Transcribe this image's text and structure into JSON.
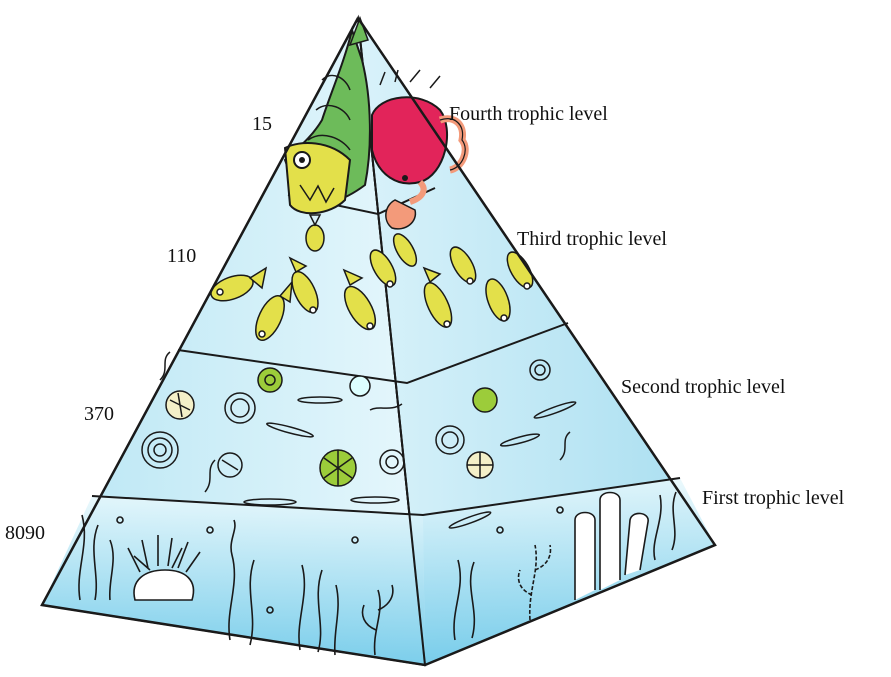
{
  "levels": [
    {
      "name": "Fourth trophic level",
      "value": "15"
    },
    {
      "name": "Third trophic level",
      "value": "110"
    },
    {
      "name": "Second trophic level",
      "value": "370"
    },
    {
      "name": "First trophic level",
      "value": "8090"
    }
  ],
  "colors": {
    "outline": "#1a1a1a",
    "water_light": "#dff4fb",
    "water": "#9fdcef",
    "water_deep": "#5bc3e6",
    "fish_body": "#e3e04a",
    "fish_green": "#6dbb5a",
    "crab_red": "#e2245a",
    "crab_orange": "#f39a7a",
    "plankton_green": "#9ccc3a"
  },
  "icons": [
    "fish-icon",
    "crab-icon",
    "zooplankton-icon",
    "phytoplankton-icon",
    "seaweed-icon",
    "sea-anemone-icon",
    "coral-icon"
  ]
}
